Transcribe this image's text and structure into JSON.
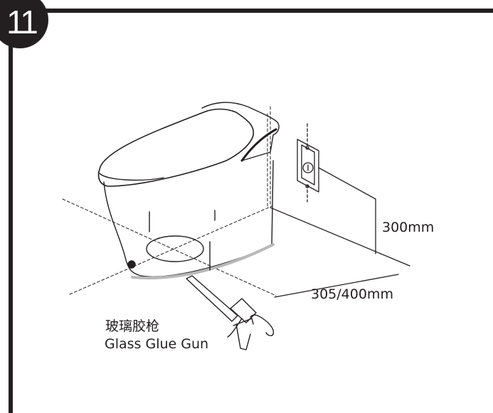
{
  "step": {
    "number": "11"
  },
  "dimensions": {
    "water_inlet_height": "300mm",
    "wall_to_drain": "305/400mm"
  },
  "tool": {
    "name_cn": "玻璃胶枪",
    "name_en": "Glass Glue Gun"
  },
  "colors": {
    "ink": "#231f20",
    "background": "#ffffff"
  }
}
